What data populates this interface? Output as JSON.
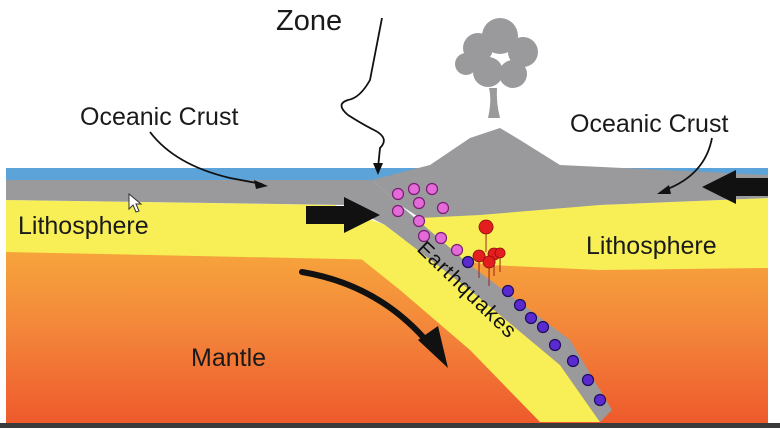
{
  "labels": {
    "zone": "Zone",
    "oceanic_crust_left": "Oceanic Crust",
    "oceanic_crust_right": "Oceanic Crust",
    "lithosphere_left": "Lithosphere",
    "lithosphere_right": "Lithosphere",
    "mantle": "Mantle",
    "earthquakes": "Earthquakes"
  },
  "icons": {
    "cursor": "mouse-pointer-icon",
    "volcano": "volcano-icon",
    "ash_cloud": "eruption-cloud-icon",
    "magma": "magma-droplet-icon"
  },
  "colors": {
    "ocean": "#5ba3d9",
    "crust": "#9a9a9c",
    "lithosphere": "#f7ef55",
    "mantle_top": "#f5a23a",
    "mantle_bottom": "#ef5a2a",
    "shallow_quakes": "#e36ad8",
    "deep_quakes": "#5a2ad0",
    "magma": "#e41e1e",
    "arrows": "#111111"
  }
}
